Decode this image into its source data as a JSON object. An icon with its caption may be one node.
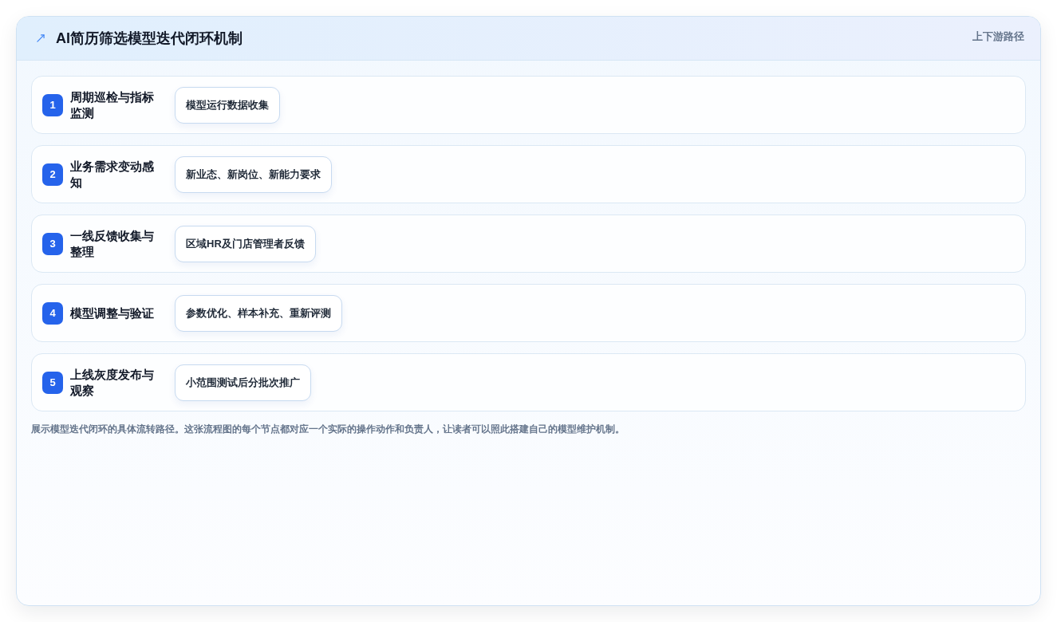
{
  "diagram": {
    "title": "AI简历筛选模型迭代闭环机制",
    "caption": "展示模型迭代闭环的具体流转路径。这张流程图的每个节点都对应一个实际的操作动作和负责人，让读者可以照此搭建自己的模型维护机制。",
    "nodes": [
      {
        "text": [
          "周期巡检与指标监测"
        ]
      },
      {
        "text": [
          "1"
        ],
        "in": 0
      },
      {
        "text": [
          "模型运行数据收集"
        ],
        "in": 0
      },
      {
        "text": [
          "业务需求变动感知"
        ]
      },
      {
        "text": [
          "2"
        ],
        "in": 3
      },
      {
        "text": [
          "新业态、新岗位、新能力要求"
        ],
        "in": 3
      },
      {
        "text": [
          "一线反馈收集与整理"
        ]
      },
      {
        "text": [
          "3"
        ],
        "in": 6
      },
      {
        "text": [
          "区域HR及门店管理者反馈"
        ],
        "in": 6
      },
      {
        "text": [
          "模型调整与验证"
        ]
      },
      {
        "text": [
          "4"
        ],
        "in": 9
      },
      {
        "text": [
          "参数优化、样本补充、重新评测"
        ],
        "in": 9
      },
      {
        "text": [
          "上线灰度发布与观察"
        ]
      },
      {
        "text": [
          "5"
        ],
        "in": 12
      },
      {
        "text": [
          "小范围测试后分批次推广"
        ],
        "in": 12
      }
    ],
    "labels": [
      "上下游路径"
    ]
  }
}
